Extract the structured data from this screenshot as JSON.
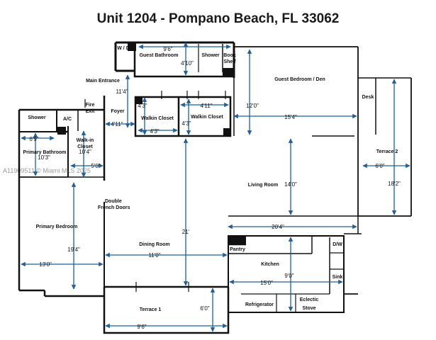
{
  "title": "Unit 1204 - Pompano Beach, FL 33062",
  "watermark": "A11909511 © Miami MLS 2025",
  "colors": {
    "wall": "#111111",
    "arrow": "#1f5f9b",
    "paper": "#ffffff"
  },
  "rooms": {
    "wd": "W / D",
    "guest_bath": "Guest Bathroom",
    "shower_top": "Shower",
    "book_shelf_1": "Book",
    "book_shelf_2": "Shelf",
    "main_entrance": "Main Entrance",
    "guest_bed": "Guest Bedroom / Den",
    "desk": "Desk",
    "shower_left": "Shower",
    "ac": "A/C",
    "fire_1": "Fire",
    "fire_2": "Exit",
    "foyer": "Foyer",
    "walkin_1": "Walkin Closet",
    "walkin_2": "Walkin Closet",
    "walkin_main_1": "Walk-in",
    "walkin_main_2": "Closet",
    "terrace2": "Terrace 2",
    "primary_bath": "Primary Bathroom",
    "living": "Living Room",
    "double_1": "Double",
    "double_2": "French Doors",
    "primary_bed": "Primary Bedroom",
    "dining": "Dining Room",
    "pantry": "Pantry",
    "dw": "D/W",
    "kitchen": "Kitchen",
    "sink": "Sink",
    "refrigerator": "Refrigerator",
    "eclectic_1": "Eclectic",
    "eclectic_2": "Stove",
    "terrace1": "Terrace 1"
  },
  "dims": {
    "gb_w": "9'6\"",
    "gb_h": "4'10\"",
    "foyer_h": "11'4\"",
    "gbed_h": "12'0\"",
    "gbed_w": "15'4\"",
    "wc1_h": "4'3\"",
    "wc1_w": "4'3\"",
    "wc2_w": "4'11\"",
    "wc2_h": "4'3\"",
    "foyer_w": "4'11\"",
    "pb_w": "6'9\"",
    "pb_h": "10'3\"",
    "wic_h": "10'4\"",
    "wic_w": "5'0\"",
    "t2_w": "6'0\"",
    "t2_h": "18'2\"",
    "living_h": "14'0\"",
    "living_w": "20'4\"",
    "center_h": "21'",
    "pbed_h": "19'4\"",
    "pbed_w": "13'0\"",
    "dining_w": "11'0\"",
    "kitchen_h": "9'0\"",
    "kitchen_w": "15'0\"",
    "t1_h": "6'0\"",
    "t1_w": "9'6\""
  }
}
